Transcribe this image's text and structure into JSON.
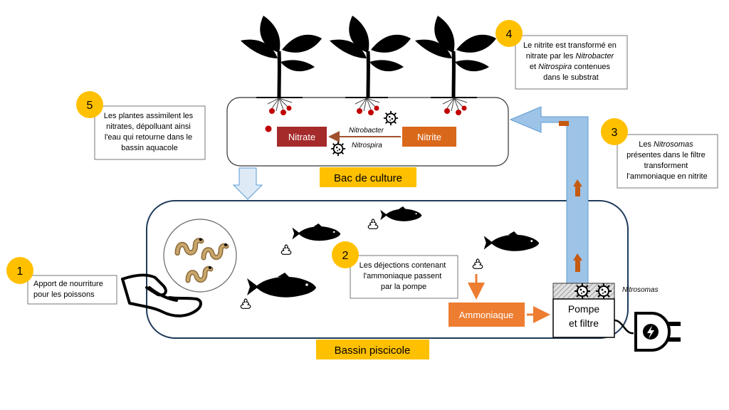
{
  "steps": [
    {
      "num": "1",
      "lines": [
        "Apport de nourriture",
        "pour les poissons"
      ]
    },
    {
      "num": "2",
      "lines": [
        "Les déjections contenant",
        "l'ammoniaque passent",
        "par la pompe"
      ]
    },
    {
      "num": "3",
      "lines_html": [
        [
          "Les ",
          {
            "i": "Nitrosomas"
          }
        ],
        [
          "présentes dans le filtre"
        ],
        [
          "transforment"
        ],
        [
          "l'ammoniaque en nitrite"
        ]
      ]
    },
    {
      "num": "4",
      "lines_html": [
        [
          "Le nitrite est transformé en"
        ],
        [
          "nitrate par les ",
          {
            "i": "Nitrobacter"
          }
        ],
        [
          "et ",
          {
            "i": "Nitrospira"
          },
          " contenues"
        ],
        [
          "dans le substrat"
        ]
      ]
    },
    {
      "num": "5",
      "lines": [
        "Les plantes assimilent les",
        "nitrates, dépolluant ainsi",
        "l'eau qui retourne dans le",
        "bassin aquacole"
      ]
    }
  ],
  "labels": {
    "bac_culture": "Bac de culture",
    "bassin": "Bassin piscicole",
    "nitrate": "Nitrate",
    "nitrite": "Nitrite",
    "ammoniaque": "Ammoniaque",
    "pompe_line1": "Pompe",
    "pompe_line2": "et filtre",
    "nitrobacter": "Nitrobacter",
    "nitrospira": "Nitrospira",
    "nitrosomas": "Nitrosomas"
  },
  "colors": {
    "badge": "#FFC000",
    "nitrate": "#A52A2A",
    "nitrite": "#D9681A",
    "ammoniaque": "#ED7D31",
    "pipe": "#9DC3E6",
    "pipe_stroke": "#5B9BD5",
    "tank_stroke": "#1F3A5A",
    "berry": "#C00000"
  },
  "icons": [
    "plant-icon",
    "fish-icon",
    "poop-icon",
    "bacteria-icon",
    "hand-icon",
    "worm-icon",
    "plug-icon"
  ]
}
